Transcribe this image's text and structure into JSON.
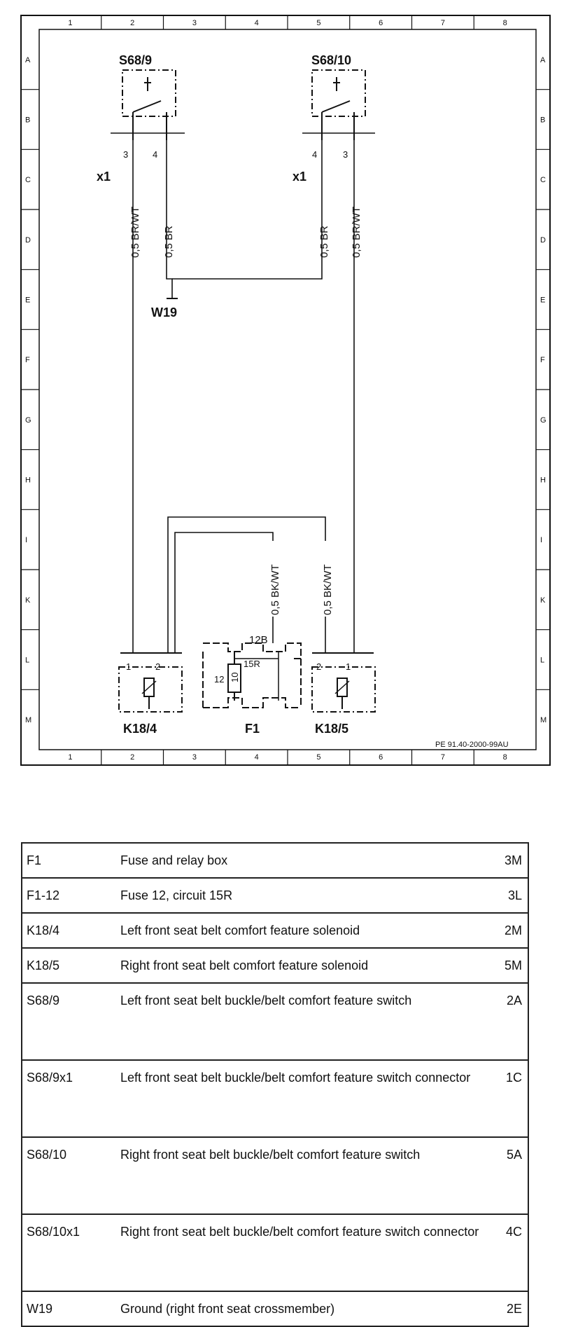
{
  "diagram": {
    "column_labels": [
      "1",
      "2",
      "3",
      "4",
      "5",
      "6",
      "7",
      "8"
    ],
    "row_labels": [
      "A",
      "B",
      "C",
      "D",
      "E",
      "F",
      "G",
      "H",
      "I",
      "K",
      "L",
      "M"
    ],
    "components": {
      "s68_9": "S68/9",
      "s68_10": "S68/10",
      "w19": "W19",
      "k18_4": "K18/4",
      "k18_5": "K18/5",
      "f1": "F1"
    },
    "connector_label": "x1",
    "pins": {
      "s68_9_left": "3",
      "s68_9_right": "4",
      "s68_10_left": "4",
      "s68_10_right": "3",
      "k18_4_left": "1",
      "k18_4_right": "2",
      "k18_5_left": "2",
      "k18_5_right": "1",
      "f1_fuse": "12",
      "f1_fuse_slot": "10",
      "f1_circuit": "15R",
      "f1_terminal": "12B"
    },
    "wires": {
      "br_wt": "0,5 BR/WT",
      "br": "0,5 BR",
      "bk_wt": "0,5 BK/WT"
    },
    "reference": "PE 91.40-2000-99AU"
  },
  "legend": [
    {
      "code": "F1",
      "description": "Fuse and relay box",
      "location": "3M"
    },
    {
      "code": "F1-12",
      "description": "Fuse 12, circuit 15R",
      "location": "3L"
    },
    {
      "code": "K18/4",
      "description": "Left front seat belt comfort feature solenoid",
      "location": "2M"
    },
    {
      "code": "K18/5",
      "description": "Right front seat belt comfort feature solenoid",
      "location": "5M"
    },
    {
      "code": "S68/9",
      "description": "Left front seat belt buckle/belt comfort feature switch",
      "location": "2A"
    },
    {
      "code": "S68/9x1",
      "description": "Left front seat belt buckle/belt comfort feature switch connector",
      "location": "1C"
    },
    {
      "code": "S68/10",
      "description": "Right front seat belt buckle/belt comfort feature switch",
      "location": "5A"
    },
    {
      "code": "S68/10x1",
      "description": "Right front seat belt buckle/belt comfort feature switch connector",
      "location": "4C"
    },
    {
      "code": "W19",
      "description": "Ground (right front seat crossmember)",
      "location": "2E"
    }
  ]
}
